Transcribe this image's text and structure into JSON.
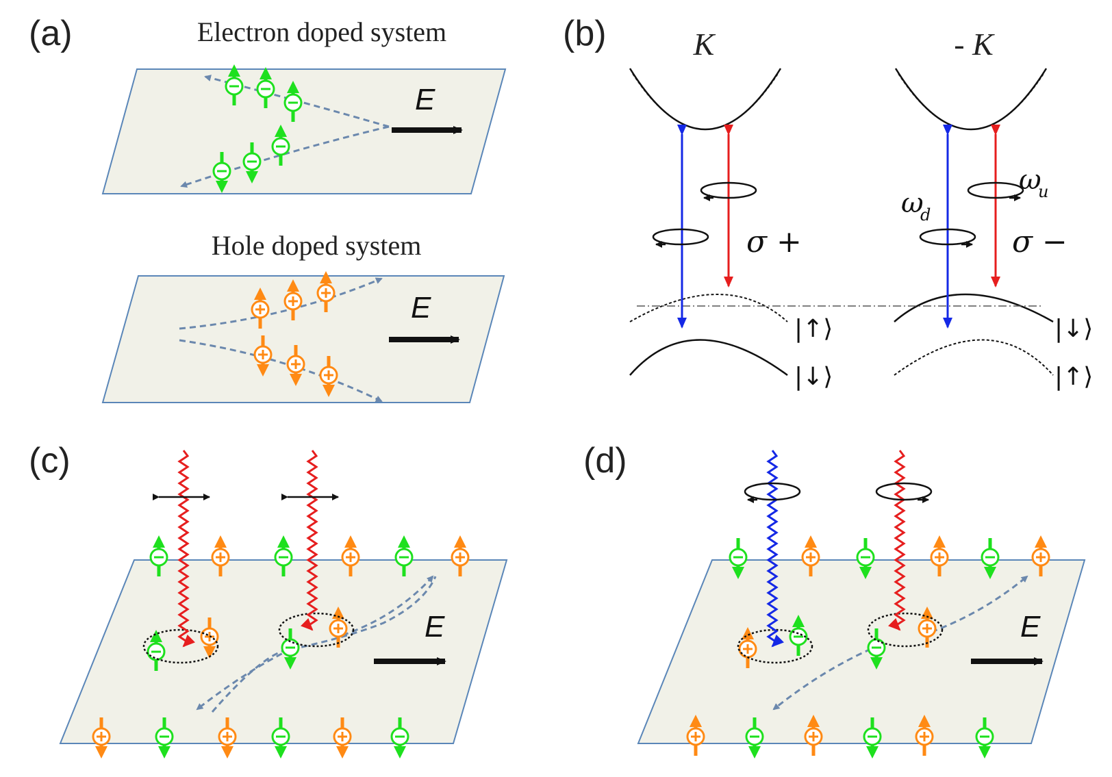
{
  "panels": {
    "a": {
      "label": "(a)",
      "top": {
        "title": "Electron doped system",
        "field": "E"
      },
      "bottom": {
        "title": "Hole doped system",
        "field": "E"
      }
    },
    "b": {
      "label": "(b)",
      "valley_left": "K",
      "valley_right": "- K",
      "sigma_plus": "σ +",
      "sigma_minus": "σ −",
      "omega_d": "ω",
      "omega_d_sub": "d",
      "omega_u": "ω",
      "omega_u_sub": "u",
      "ket_up": "|↑⟩",
      "ket_down": "|↓⟩"
    },
    "c": {
      "label": "(c)",
      "field": "E"
    },
    "d": {
      "label": "(d)",
      "field": "E"
    }
  },
  "colors": {
    "electron": "#1ee01e",
    "hole": "#ff8a14",
    "sigma_plus_arrow": "#1428e6",
    "sigma_minus_arrow": "#e61e1e",
    "photon_red": "#e61e1e",
    "photon_blue": "#1428e6",
    "trajectory": "#6b88ad",
    "plane_fill": "#f1f1e8",
    "plane_edge": "#5a86b8"
  }
}
